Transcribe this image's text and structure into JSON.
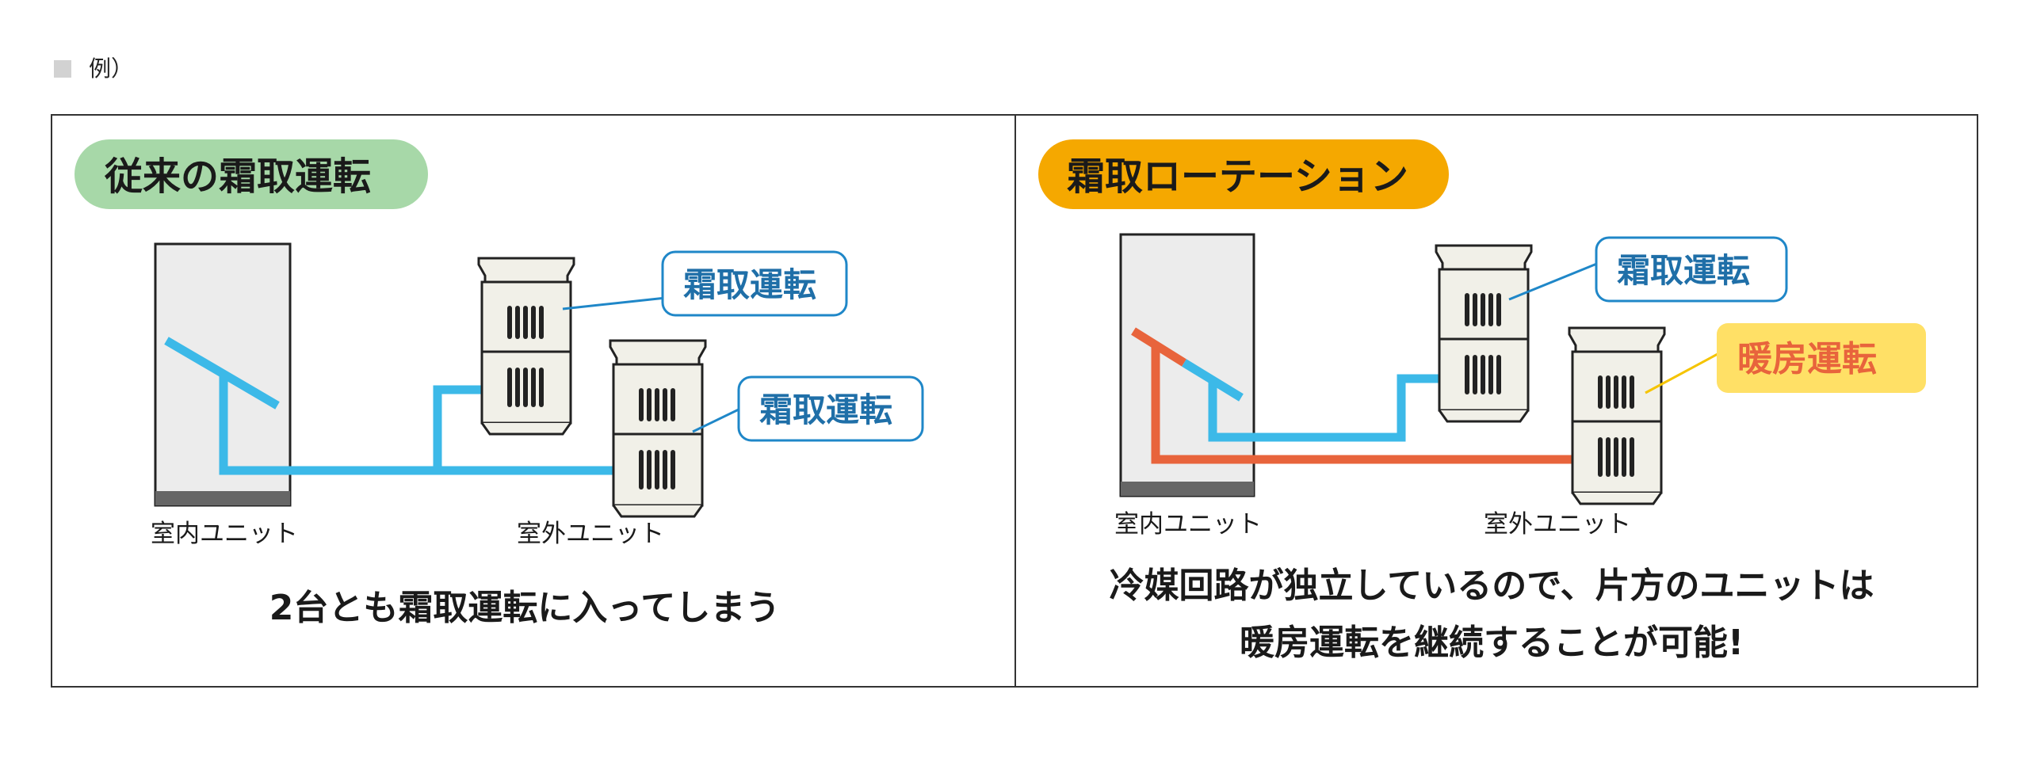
{
  "header": {
    "label": "例）"
  },
  "left_panel": {
    "title": "従来の霜取運転",
    "title_color": "#a7d8a8",
    "callout_top": "霜取運転",
    "callout_bottom": "霜取運転",
    "indoor_label": "室内ユニット",
    "outdoor_label": "室外ユニット",
    "caption": "2台とも霜取運転に入ってしまう"
  },
  "right_panel": {
    "title": "霜取ローテーション",
    "title_color": "#f5a800",
    "callout_top": "霜取運転",
    "callout_heating": "暖房運転",
    "indoor_label": "室内ユニット",
    "outdoor_label": "室外ユニット",
    "caption_line1": "冷媒回路が独立しているので、片方のユニットは",
    "caption_line2": "暖房運転を継続することが可能!"
  },
  "colors": {
    "defrost_pipe": "#3cb9e8",
    "heating_pipe": "#e8643c",
    "callout_border": "#1f87c8",
    "callout_text": "#1f6fa8",
    "heating_callout_bg": "#ffe066",
    "heating_callout_text": "#e8643c"
  }
}
